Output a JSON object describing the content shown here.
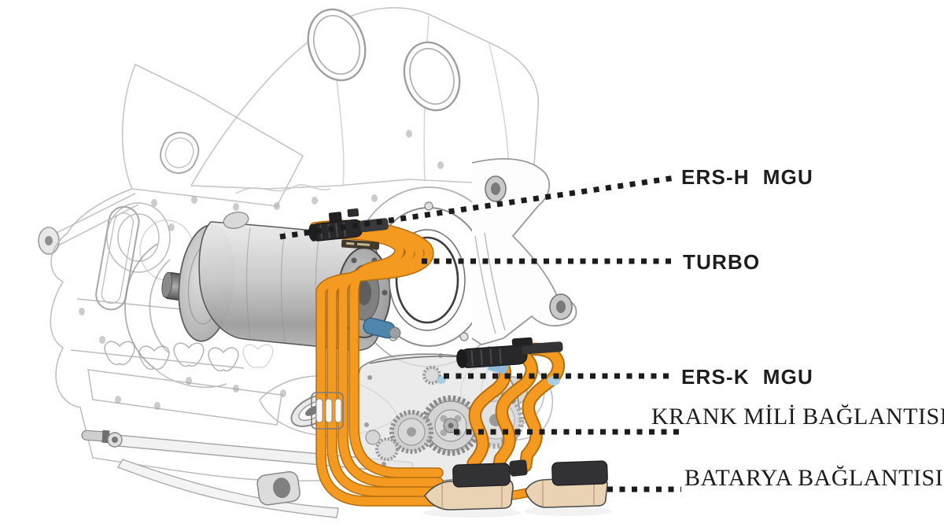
{
  "diagram": {
    "background": "#FFFFFF",
    "labels": {
      "ers_h_mgu": "ERS-H  MGU",
      "turbo": "TURBO",
      "ers_k_mgu": "ERS-K  MGU",
      "krank_mili": "KRANK MİLİ BAĞLANTISI",
      "batarya": "BATARYA BAĞLANTISI"
    },
    "colors": {
      "cable_orange": "#F49A20",
      "cable_outline": "#B46E0E",
      "connector_black": "#2B2B2D",
      "battery_connector_beige": "#EAD2B4",
      "coolant_blue": "#4E86AE",
      "line_art_light": "#C6C6C6",
      "line_art_medium": "#8F8F8F",
      "label_black": "#1C1C1C"
    }
  }
}
